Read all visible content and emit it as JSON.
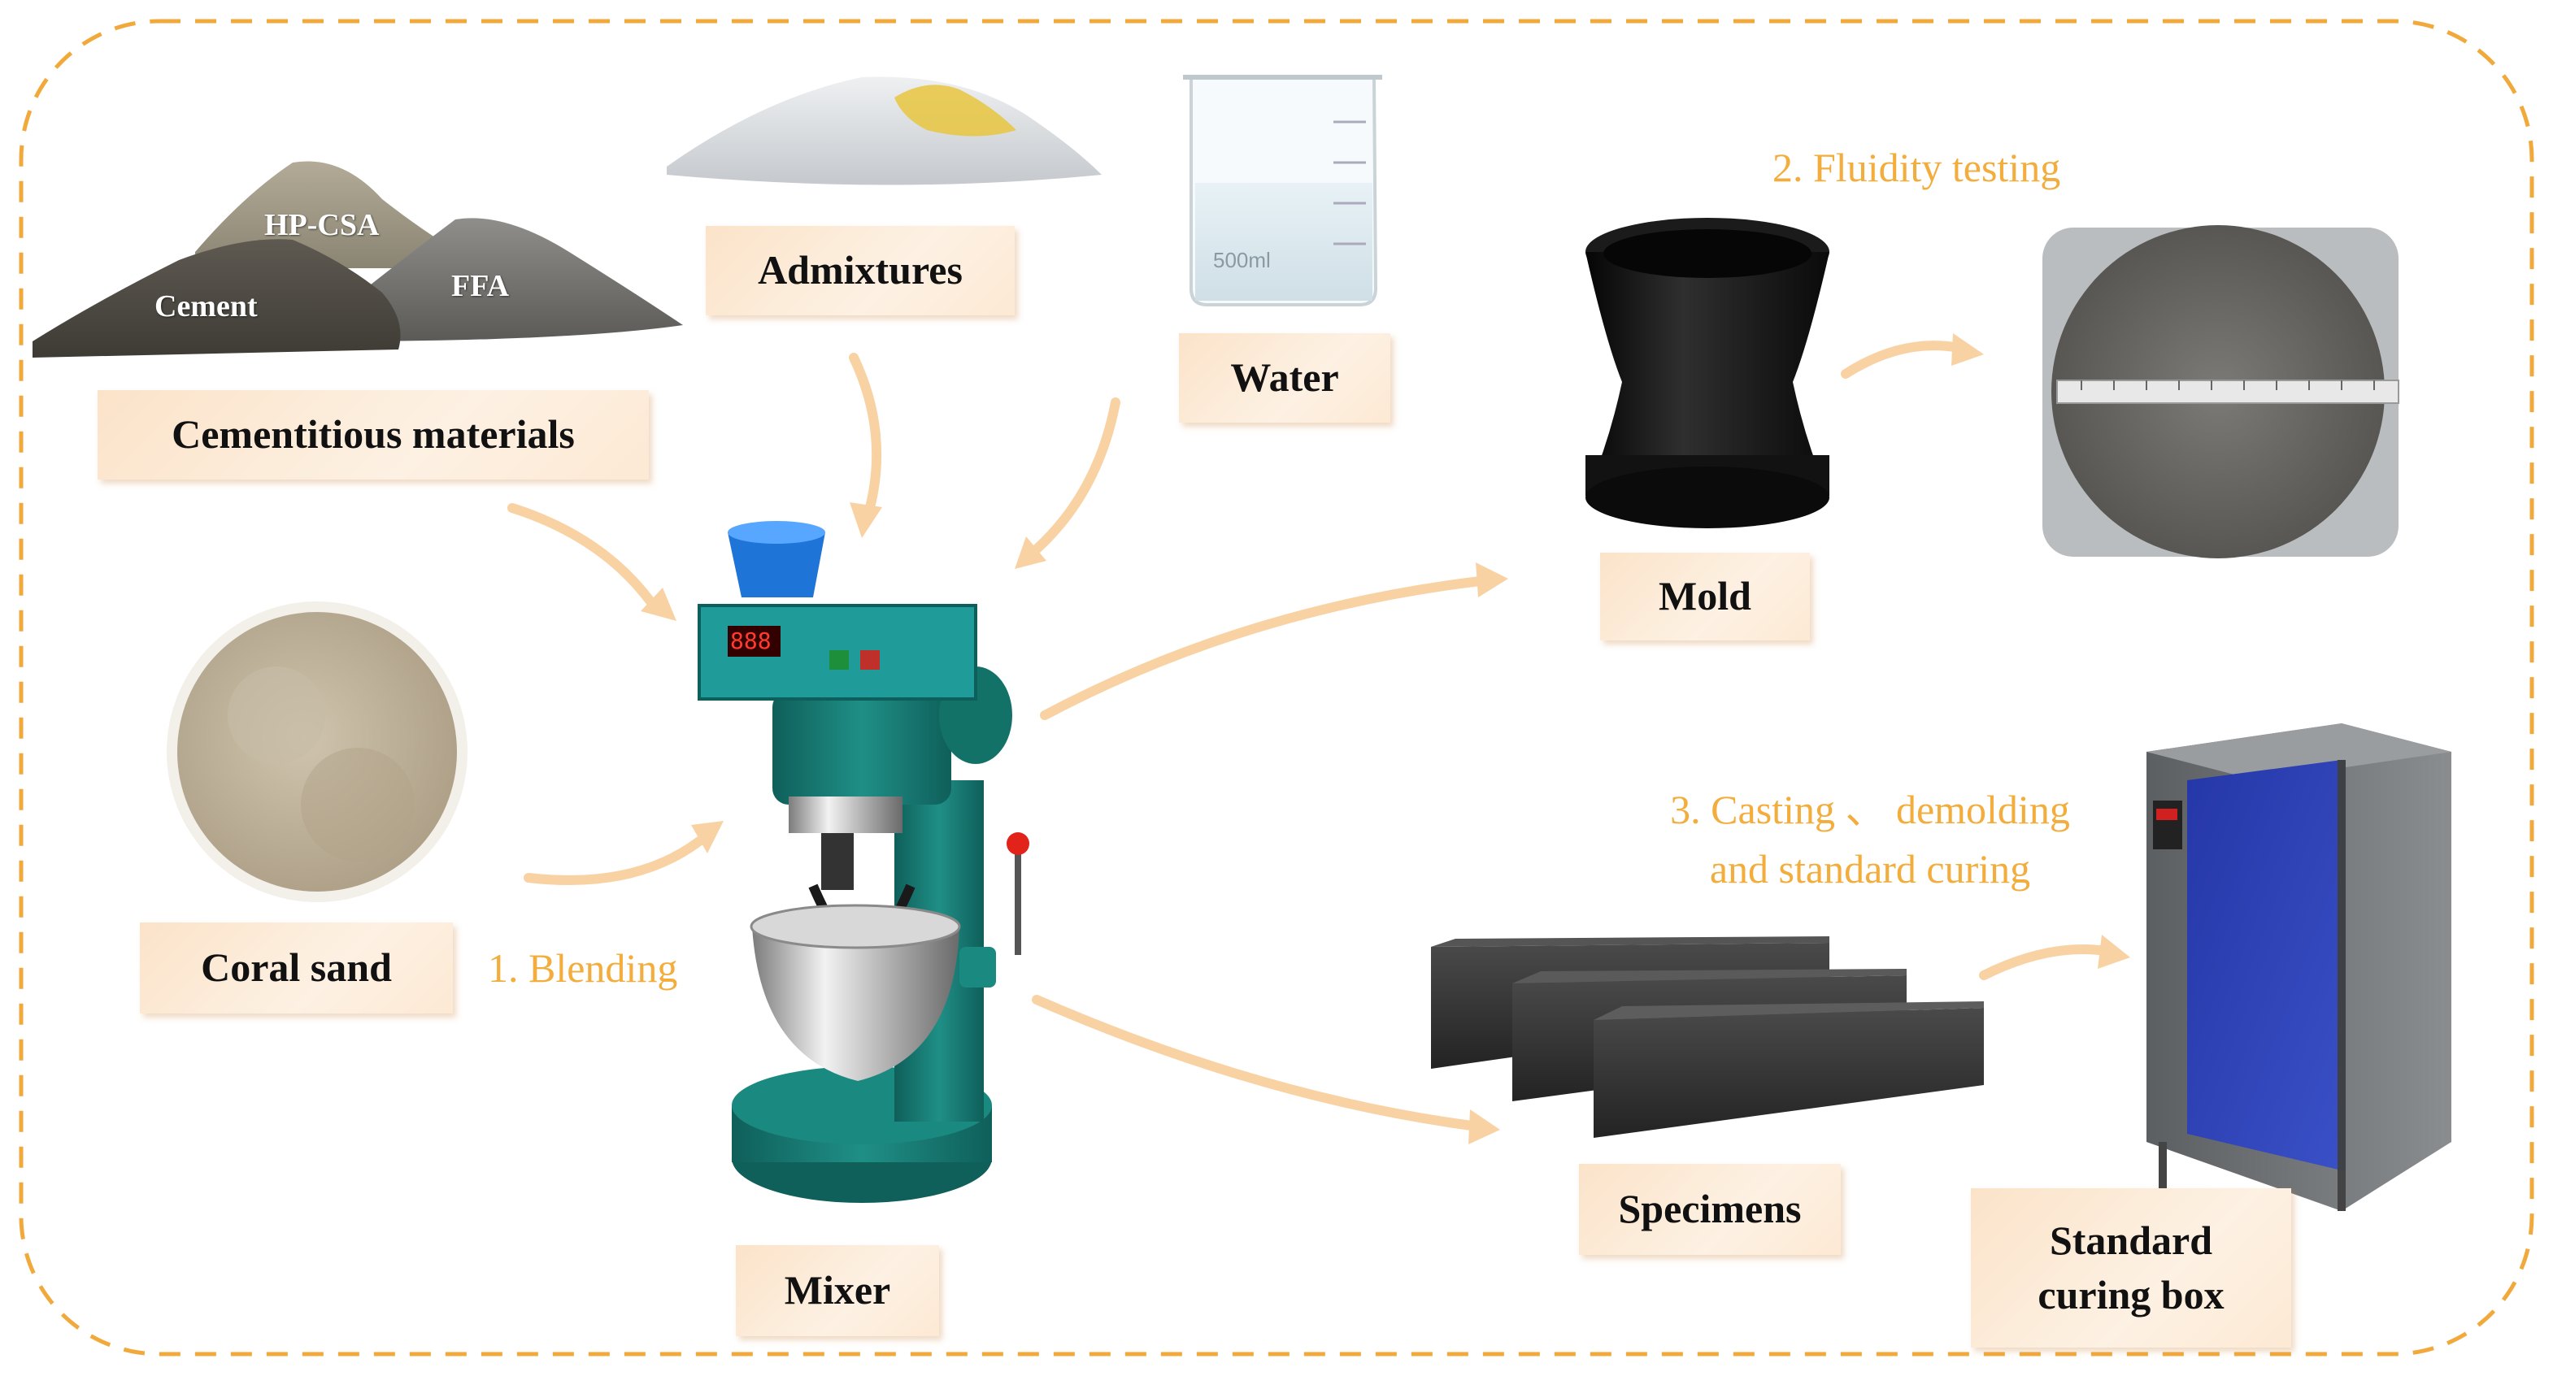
{
  "colors": {
    "border": "#f2a93b",
    "arrow": "#f9d2a4",
    "label_bg": "#fce6cf",
    "step_text": "#f2ad3c",
    "mixer_green": "#17807a",
    "curing_box_door": "#2c3fb0"
  },
  "materials": {
    "pile_labels": [
      "HP-CSA",
      "Cement",
      "FFA"
    ],
    "cementitious_label": "Cementitious materials",
    "admixtures_label": "Admixtures",
    "water_label": "Water",
    "coral_sand_label": "Coral sand",
    "beaker_marking": "500ml"
  },
  "steps": {
    "blending": "1. Blending",
    "fluidity": "2.  Fluidity testing",
    "casting_lines": [
      "3. Casting 、 demolding",
      "and standard curing"
    ]
  },
  "equipment": {
    "mixer_label": "Mixer",
    "mold_label": "Mold",
    "specimens_label": "Specimens",
    "curing_box_label_lines": [
      "Standard",
      "curing box"
    ],
    "mixer_display": "888"
  }
}
